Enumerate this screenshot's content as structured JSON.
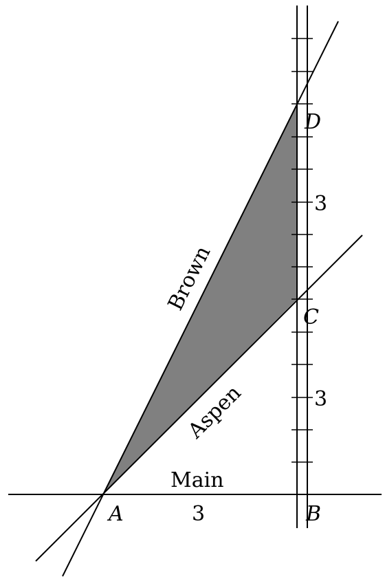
{
  "points": {
    "A": "A",
    "B": "B",
    "C": "C",
    "D": "D"
  },
  "streets": {
    "main": "Main",
    "aspen": "Aspen",
    "brown": "Brown"
  },
  "lengths": {
    "ab": "3",
    "bc": "3",
    "cd": "3"
  },
  "colors": {
    "region_fill": "#808080",
    "stroke": "#000000",
    "background": "#ffffff"
  }
}
